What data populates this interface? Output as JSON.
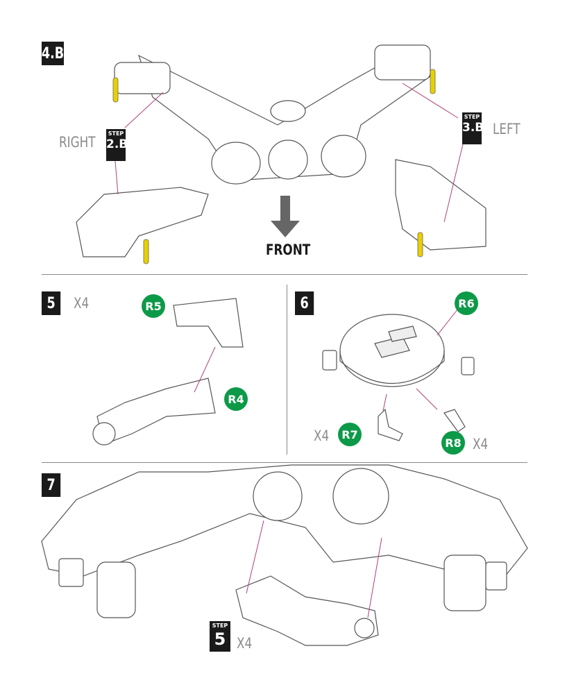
{
  "step_4b": {
    "label": "4.B",
    "right_label": "RIGHT",
    "left_label": "LEFT",
    "front_label": "FRONT",
    "right_ref": {
      "step": "STEP",
      "num": "2.B"
    },
    "left_ref": {
      "step": "STEP",
      "num": "3.B"
    }
  },
  "step_5": {
    "label": "5",
    "qty": "X4",
    "parts": [
      "R5",
      "R4"
    ]
  },
  "step_6": {
    "label": "6",
    "parts": [
      "R6",
      "R7",
      "R8"
    ],
    "qty_r7": "X4",
    "qty_r8": "X4"
  },
  "step_7": {
    "label": "7",
    "ref": {
      "step": "STEP",
      "num": "5"
    },
    "qty": "X4"
  },
  "colors": {
    "part_green": "#0d9a48",
    "leader_magenta": "#b0407a",
    "highlight_yellow": "#e8d000"
  }
}
